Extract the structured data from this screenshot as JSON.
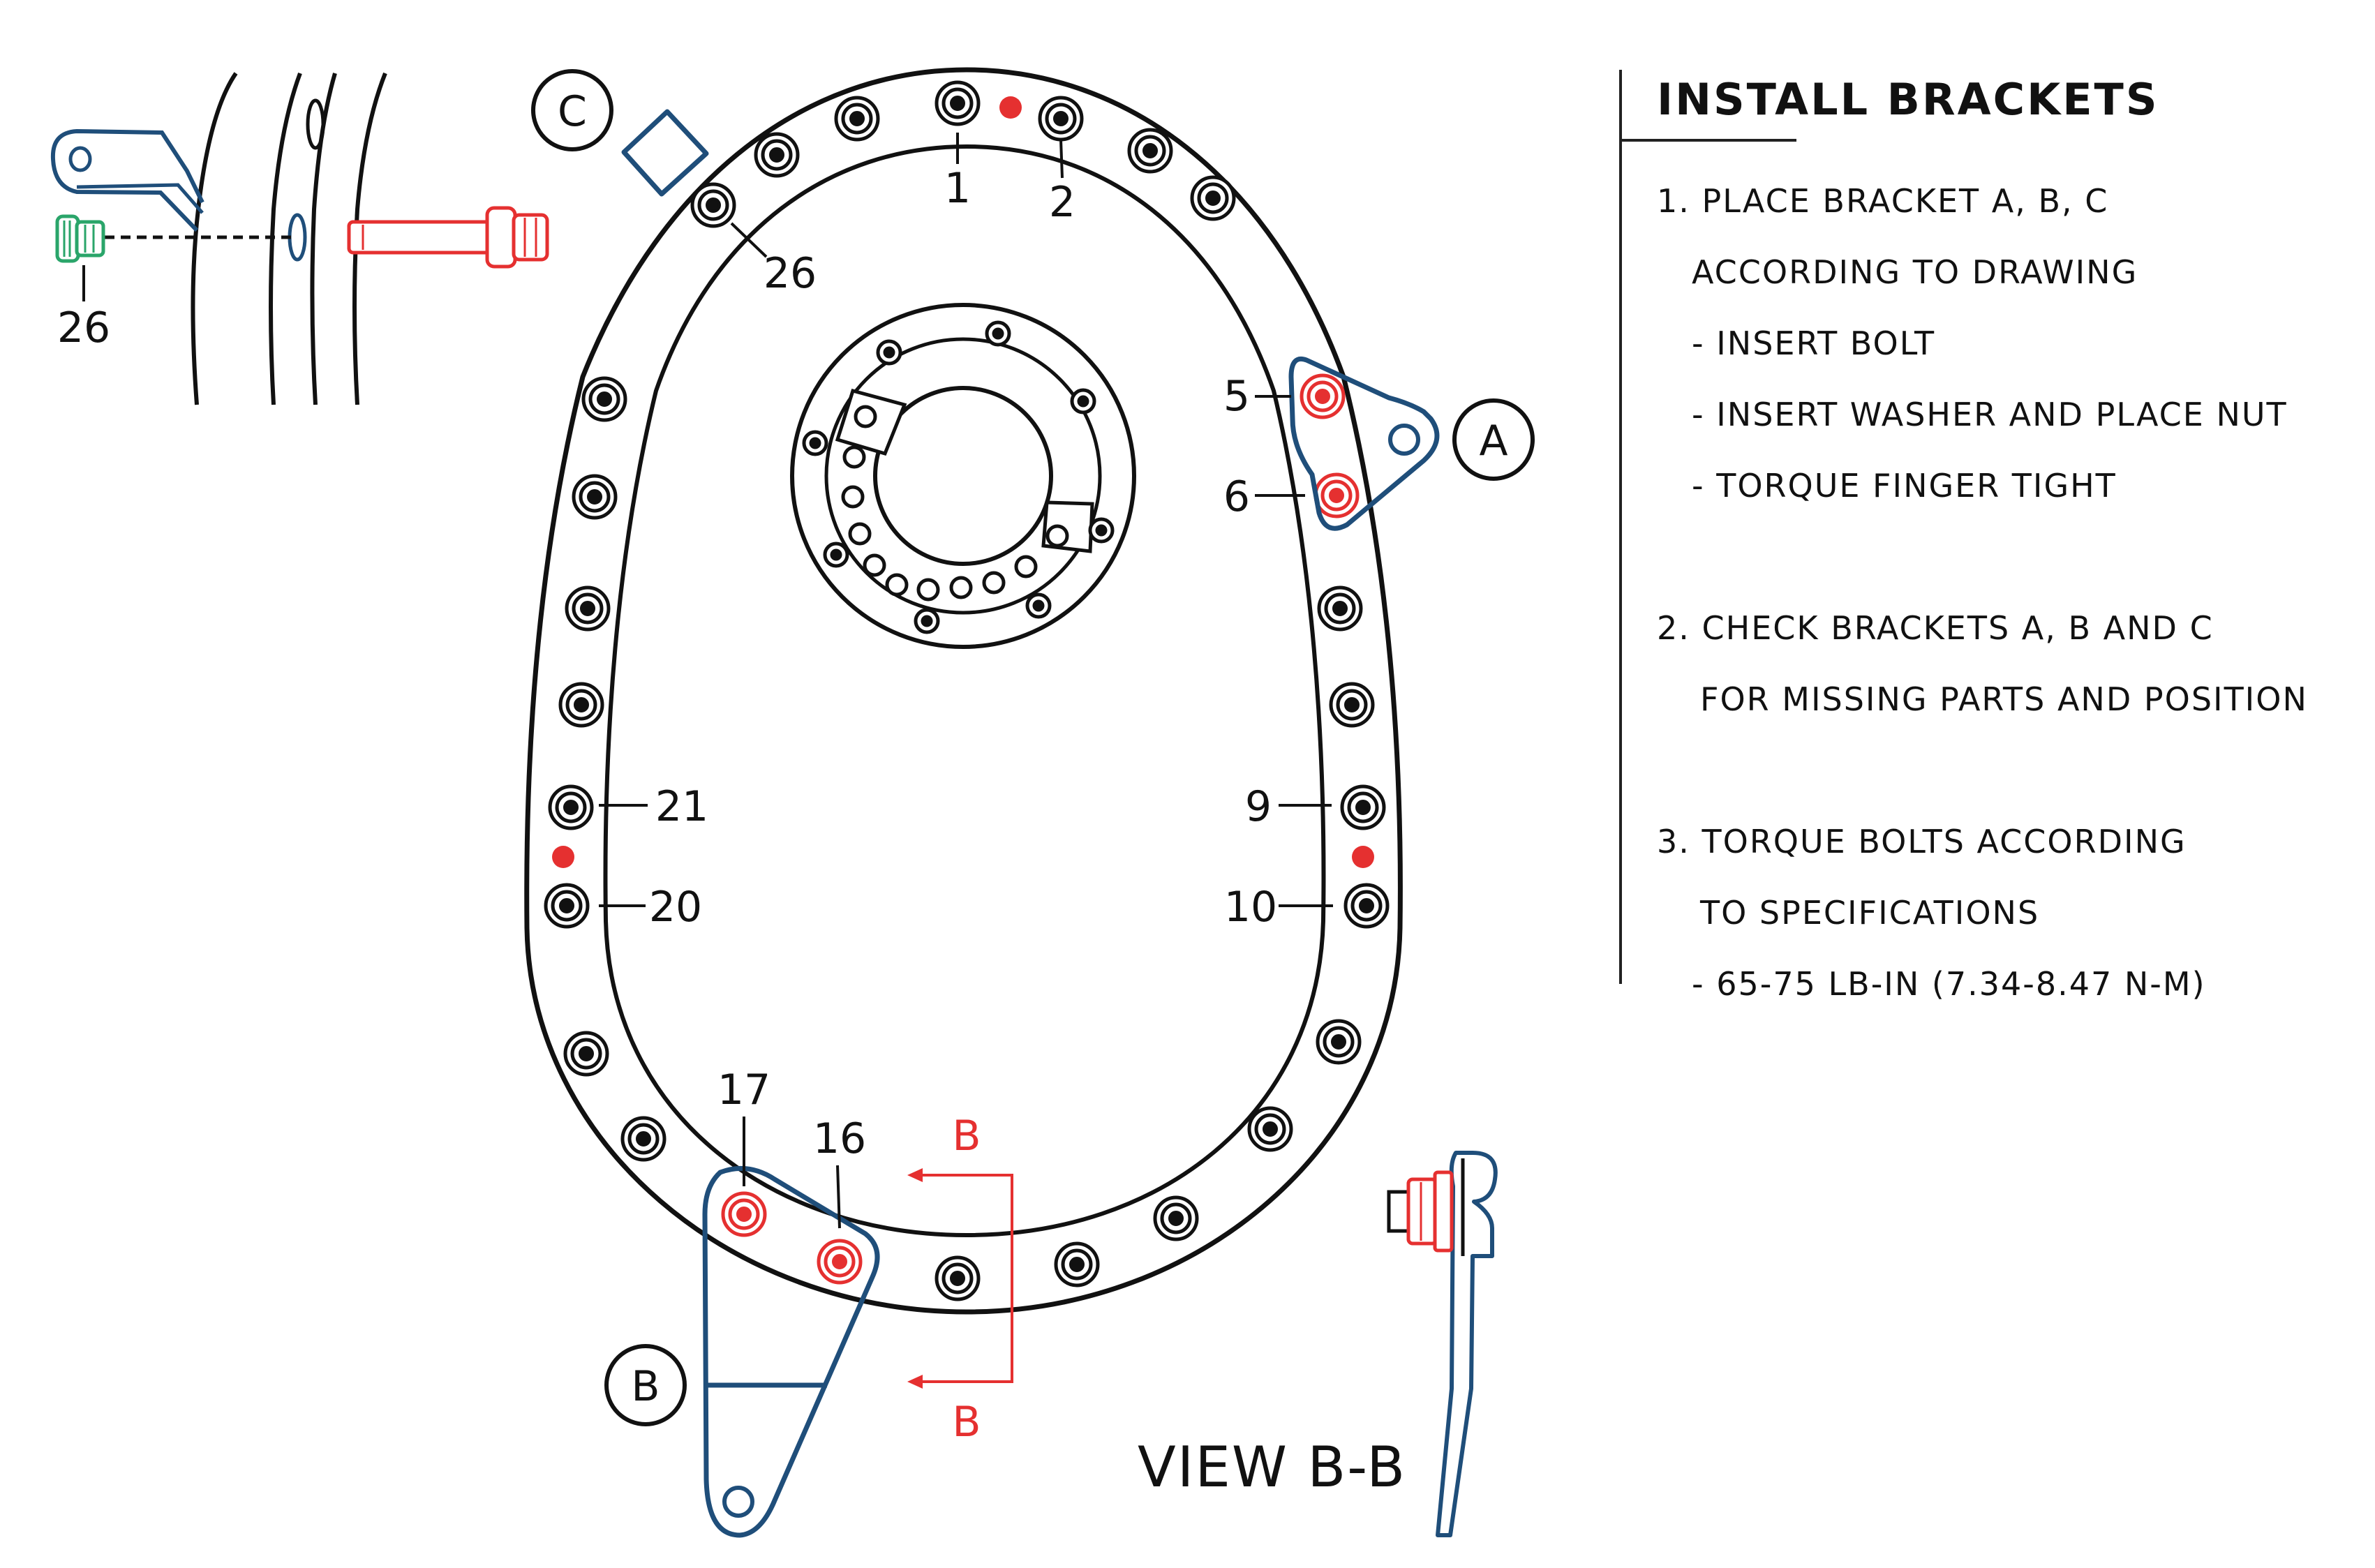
{
  "view_label": "VIEW B-B",
  "section_mark": "B",
  "callouts": {
    "a": "A",
    "b": "B",
    "c": "C"
  },
  "bolt_numbers": {
    "n1": "1",
    "n2": "2",
    "n5": "5",
    "n6": "6",
    "n9": "9",
    "n10": "10",
    "n16": "16",
    "n17": "17",
    "n20": "20",
    "n21": "21",
    "n26_ring": "26",
    "n26_detail": "26"
  },
  "instructions": {
    "title": "INSTALL BRACKETS",
    "step1": "1. PLACE BRACKET A, B, C",
    "step1_line2": "ACCORDING TO DRAWING",
    "step1_sub1": "- INSERT BOLT",
    "step1_sub2": "- INSERT WASHER AND PLACE NUT",
    "step1_sub3": "- TORQUE FINGER TIGHT",
    "step2": "2. CHECK BRACKETS A, B AND C",
    "step2_line2": "FOR MISSING PARTS AND POSITION",
    "step3": "3. TORQUE BOLTS ACCORDING",
    "step3_line2": "TO SPECIFICATIONS",
    "step3_sub1": "- 65-75 LB-IN (7.34-8.47 N-M)"
  },
  "colors": {
    "outline": "#111111",
    "bracket": "#1f4e7a",
    "highlight": "#e53030",
    "washer": "#2aa56a"
  }
}
